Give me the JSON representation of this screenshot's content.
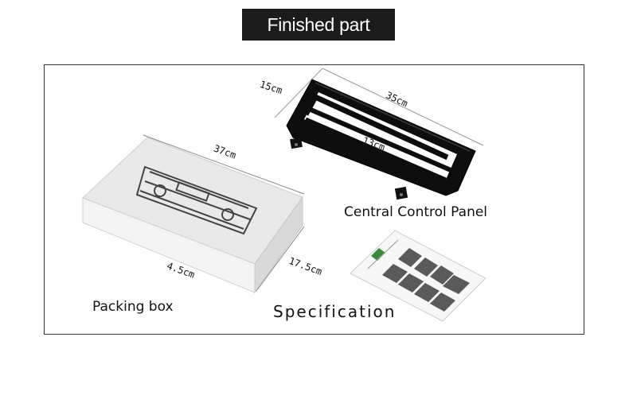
{
  "header": {
    "title": "Finished part"
  },
  "labels": {
    "panel": "Central Control Panel",
    "box": "Packing box",
    "spec": "Specification"
  },
  "dimensions": {
    "panel_height": "15cm",
    "panel_width": "35cm",
    "panel_inner": "13cm",
    "box_length": "37cm",
    "box_depth": "4.5cm",
    "box_width": "17.5cm"
  }
}
